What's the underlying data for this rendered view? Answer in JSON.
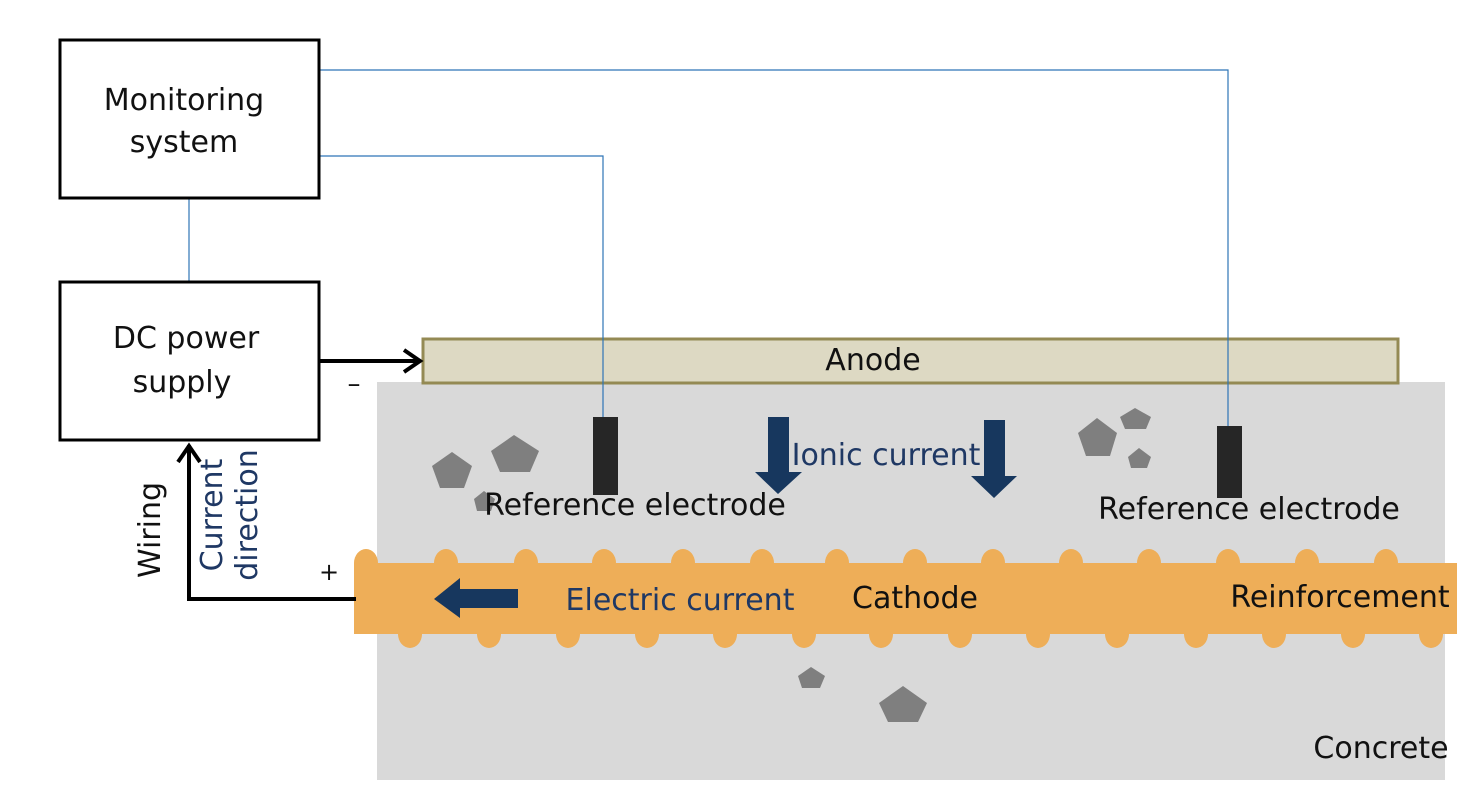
{
  "labels": {
    "monitoring_line1": "Monitoring",
    "monitoring_line2": "system",
    "dc_line1": "DC power",
    "dc_line2": "supply",
    "anode": "Anode",
    "minus": "–",
    "plus": "+",
    "wiring": "Wiring",
    "current_direction_line1": "Current",
    "current_direction_line2": "direction",
    "ionic_current": "Ionic current",
    "reference_electrode_left": "Reference electrode",
    "reference_electrode_right": "Reference electrode",
    "electric_current": "Electric current",
    "cathode": "Cathode",
    "reinforcement": "Reinforcement",
    "concrete": "Concrete"
  },
  "colors": {
    "concrete": "#d9d9d9",
    "anode_fill": "#ddd9c3",
    "anode_border": "#948a54",
    "reinforcement": "#eeae58",
    "arrow_navy": "#17375e",
    "text_blue": "#1f3864",
    "signal_wire": "#2e75b6",
    "electrode": "#262626",
    "aggregate": "#7f7f7f"
  },
  "icons": {
    "ionic_arrows": "down-arrow",
    "electric_current_arrow": "left-arrow",
    "aggregate": "pentagon"
  }
}
